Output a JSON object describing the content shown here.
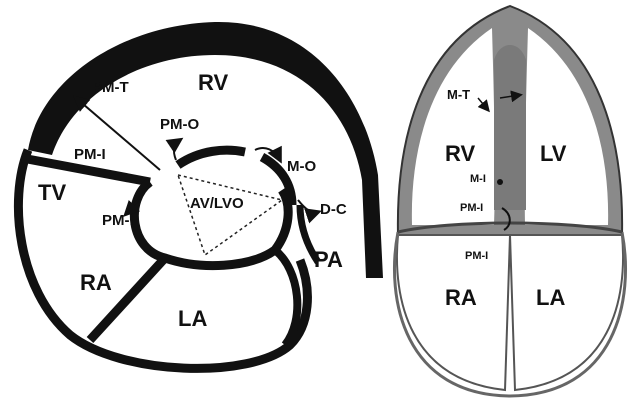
{
  "left_diagram": {
    "chambers": {
      "rv": "RV",
      "tv": "TV",
      "ra": "RA",
      "la": "LA",
      "pa": "PA",
      "av_lvo": "AV/LVO"
    },
    "pathways": {
      "pm_t": "PM-T",
      "pm_o": "PM-O",
      "pm_i_upper": "PM-I",
      "pm_i_lower": "PM-I",
      "m_o": "M-O",
      "d_c": "D-C"
    }
  },
  "right_diagram": {
    "chambers": {
      "rv": "RV",
      "lv": "LV",
      "ra": "RA",
      "la": "LA"
    },
    "pathways": {
      "m_t": "M-T",
      "m_i": "M-I",
      "pm_i_upper": "PM-I",
      "pm_i_lower": "PM-I"
    }
  },
  "colors": {
    "wall": "#111111",
    "myocardium": "#8a8a8a",
    "chamber": "#ffffff"
  }
}
